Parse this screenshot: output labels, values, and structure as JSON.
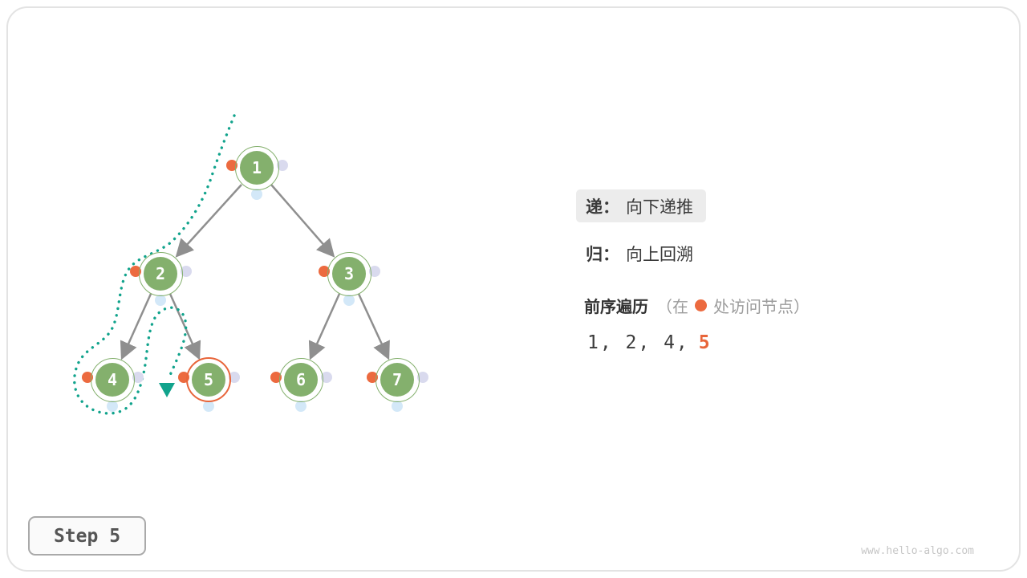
{
  "page": {
    "step_label": "Step 5",
    "watermark": "www.hello-algo.com"
  },
  "legend": {
    "recurse": {
      "label": "递：",
      "text": "向下递推"
    },
    "backtrack": {
      "label": "归：",
      "text": "向上回溯"
    },
    "traversal": {
      "title": "前序遍历",
      "note_open": "（在",
      "note_close": "处访问节点）",
      "visit_dot_icon": "orange-circle-icon"
    },
    "sequence": {
      "visited": "1, 2, 4,",
      "current": "5"
    }
  },
  "tree": {
    "nodes": [
      {
        "label": "1"
      },
      {
        "label": "2"
      },
      {
        "label": "3"
      },
      {
        "label": "4"
      },
      {
        "label": "5",
        "state": "current"
      },
      {
        "label": "6"
      },
      {
        "label": "7"
      }
    ],
    "edges": [
      [
        1,
        2
      ],
      [
        1,
        3
      ],
      [
        2,
        4
      ],
      [
        2,
        5
      ],
      [
        3,
        6
      ],
      [
        3,
        7
      ]
    ]
  },
  "colors": {
    "node_green": "#84b06d",
    "highlight_orange": "#e8653a",
    "preorder_dot": "#ec6a3f",
    "inorder_dot": "#d3e8f8",
    "postorder_dot": "#d9daee",
    "path_teal": "#11a38c",
    "edge_gray": "#8f8f8f"
  }
}
